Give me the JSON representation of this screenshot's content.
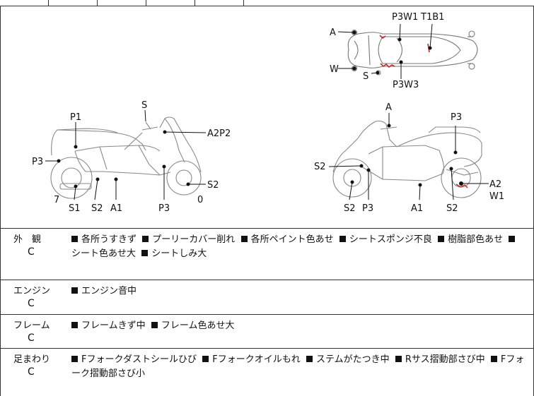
{
  "diagram": {
    "labels": {
      "top_p3w1": "P3W1",
      "top_t1b1": "T1B1",
      "top_a": "A",
      "top_w": "W",
      "top_s": "S",
      "top_p3w3": "P3W3",
      "left_s": "S",
      "left_p1": "P1",
      "left_a2p2": "A2P2",
      "left_p3": "P3",
      "left_7": "7",
      "left_s2_right": "S2",
      "left_0": "0",
      "left_s1": "S1",
      "left_s2": "S2",
      "left_a1": "A1",
      "left_p3_bottom": "P3",
      "right_a": "A",
      "right_p3": "P3",
      "right_s2": "S2",
      "right_a2": "A2",
      "right_w1": "W1",
      "right_s2_bottom": "S2",
      "right_p3_bottom": "P3",
      "right_a1": "A1",
      "right_s2_rear": "S2"
    }
  },
  "rows": [
    {
      "category": "外　観",
      "grade": "C",
      "items": [
        "各所うすきず",
        "プーリーカバー削れ",
        "各所ペイント色あせ",
        "シートスポンジ不良",
        "樹脂部色あせ",
        "シート色あせ大",
        "シートしみ大"
      ]
    },
    {
      "category": "エンジン",
      "grade": "C",
      "items": [
        "エンジン音中"
      ]
    },
    {
      "category": "フレーム",
      "grade": "C",
      "items": [
        "フレームきず中",
        "フレーム色あせ大"
      ]
    },
    {
      "category": "足まわり",
      "grade": "C",
      "items": [
        "Fフォークダストシールひび",
        "Fフォークオイルもれ",
        "ステムがたつき中",
        "Rサス摺動部さび中",
        "Fフォーク摺動部さび小"
      ]
    }
  ]
}
